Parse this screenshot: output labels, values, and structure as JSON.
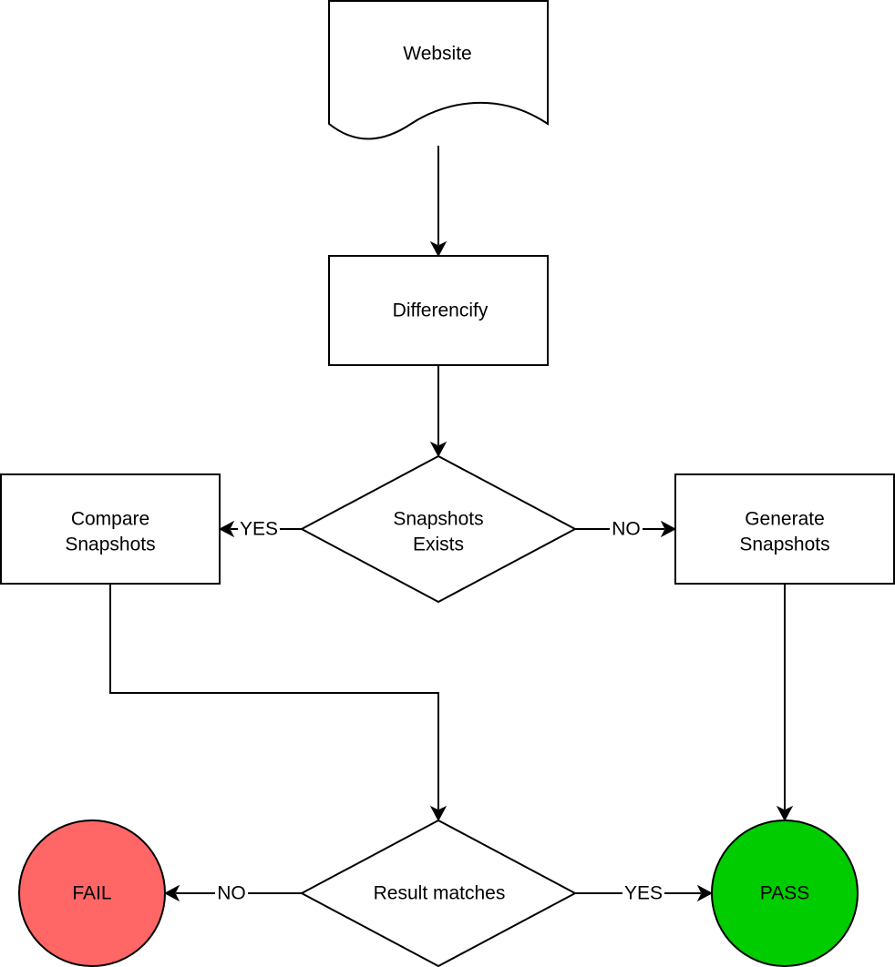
{
  "nodes": {
    "website": {
      "label": "Website"
    },
    "differencify": {
      "label": "Differencify"
    },
    "snapshots_exists": {
      "line1": "Snapshots",
      "line2": "Exists"
    },
    "compare_snapshots": {
      "line1": "Compare",
      "line2": "Snapshots"
    },
    "generate_snapshots": {
      "line1": "Generate",
      "line2": "Snapshots"
    },
    "result_matches": {
      "label": "Result matches"
    },
    "fail": {
      "label": "FAIL",
      "color": "#ff6666"
    },
    "pass": {
      "label": "PASS",
      "color": "#00cc00"
    }
  },
  "edges": {
    "exists_yes": "YES",
    "exists_no": "NO",
    "result_no": "NO",
    "result_yes": "YES"
  }
}
